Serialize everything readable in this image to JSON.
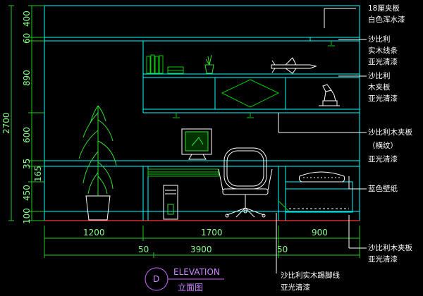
{
  "left_dims": [
    "400",
    "60",
    "890",
    "600",
    "35",
    "165",
    "450",
    "100"
  ],
  "total_height": "2700",
  "bottom_dims": {
    "row1": [
      "1200",
      "1700",
      "900"
    ],
    "row2": [
      "50",
      "3900",
      "50"
    ]
  },
  "notes": [
    {
      "lines": [
        "18厘夹板",
        "白色浑水漆"
      ]
    },
    {
      "lines": [
        "沙比利",
        "实木线条",
        "亚光清漆"
      ]
    },
    {
      "lines": [
        "沙比利",
        "木夹板",
        "亚光清漆"
      ]
    },
    {
      "lines": [
        "沙比利木夹板",
        "（横纹）",
        "亚光清漆"
      ]
    },
    {
      "lines": [
        "蓝色壁纸"
      ]
    },
    {
      "lines": [
        "沙比利木夹板",
        "亚光清漆"
      ]
    },
    {
      "lines": [
        "沙比利实木踢脚线",
        "亚光清漆"
      ]
    }
  ],
  "drawing_title": {
    "symbol": "D",
    "english": "ELEVATION",
    "chinese": "立面图"
  },
  "colors": {
    "outline": "#00ffff",
    "dimension": "#22cc22",
    "plant": "#33dd33",
    "note_text": "#ffffff",
    "title": "#cc66ff",
    "floor": "#ff3333"
  }
}
